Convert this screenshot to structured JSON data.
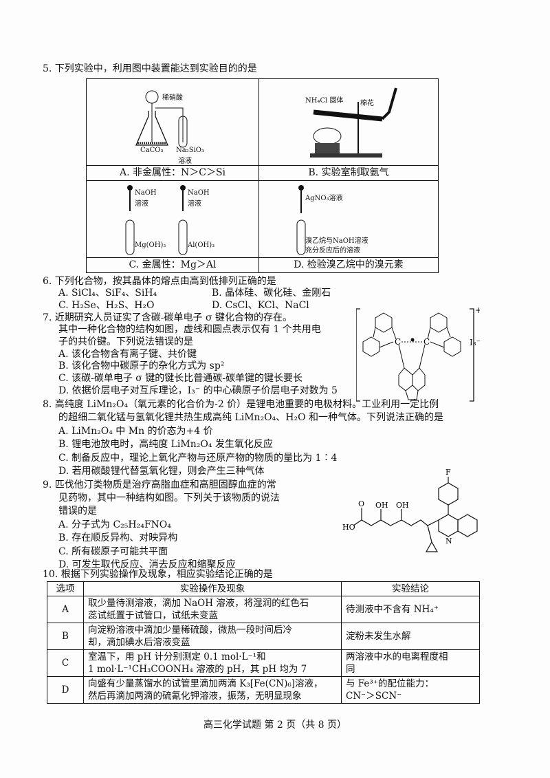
{
  "q5": {
    "stem": "5. 下列实验中，利用图中装置能达到实验目的的是",
    "a": {
      "label": "A. 非金属性：N＞C＞Si",
      "acid": "稀硝酸",
      "solid": "CaCO₃",
      "tube1": "Na₂SiO₃",
      "tube2": "溶液"
    },
    "b": {
      "label": "B. 实验室制取氨气",
      "solid": "NH₄Cl 固体",
      "cotton": "棉花"
    },
    "c": {
      "label": "C. 金属性：Mg＞Al",
      "reagent1": "NaOH",
      "reagent2": "溶液",
      "left": "Mg(OH)₂",
      "right": "Al(OH)₃"
    },
    "d": {
      "label": "D. 检验溴乙烷中的溴元素",
      "reagent": "AgNO₃溶液",
      "sol1": "溴乙烷与NaOH溶液",
      "sol2": "充分反应后的溶液"
    }
  },
  "q6": {
    "stem": "6. 下列化合物，按其晶体的熔点由高到低排列正确的是",
    "options": [
      "A. SiCl₄、SiF₄、SiH₄",
      "B. 晶体硅、碳化硅、金刚石",
      "C. H₂Se、H₂S、H₂O",
      "D. CsCl、KCl、NaCl"
    ]
  },
  "q7": {
    "stem": [
      "7. 近期研究人员证实了含碳-碳单电子 σ 键化合物的存在。",
      "其中一种化合物的结构如图，虚线和圆点表示仅有 1 个共用电",
      "子的共价键。下列说法错误的是"
    ],
    "options": [
      "A. 该化合物含有离子键、共价键",
      "B. 该化合物中碳原子的杂化方式为 sp²",
      "C. 该碳-碳单电子 σ 键的键长比普通碳-碳单键的键长要长",
      "D. 依据价层电子对互斥理论，I₃⁻ 的中心碘原子价层电子对数为 5"
    ],
    "fig": {
      "atom": "C",
      "charge": "+",
      "anion": "I₃⁻"
    }
  },
  "q8": {
    "stem": [
      "8. 高纯度 LiMn₂O₄（氧元素的化合价为-2 价）是锂电池重要的电极材料。工业利用一定比例",
      "的超细二氧化锰与氢氧化锂共热生成高纯 LiMn₂O₄、H₂O 和一种气体。下列说法正确的是"
    ],
    "options": [
      "A. LiMn₂O₄ 中 Mn 的价态为+4 价",
      "B. 锂电池放电时，高纯度 LiMn₂O₄ 发生氧化反应",
      "C. 制备反应中，理论上氧化产物与还原产物的物质的量比为 1∶4",
      "D. 若用碳酸锂代替氢氧化锂，则会产生三种气体"
    ]
  },
  "q9": {
    "stem": [
      "9. 匹伐他汀类物质是治疗高脂血症和高胆固醇血症的常",
      "见药物，其中一种结构如图。下列关于该物质的说法",
      "错误的是"
    ],
    "options": [
      "A. 分子式为 C₂₅H₂₄FNO₄",
      "B. 存在顺反异构、对映异构",
      "C. 所有碳原子可能共平面",
      "D. 可发生取代反应、消去反应和缩聚反应"
    ],
    "fig": {
      "f": "F",
      "o": "O",
      "oh": "OH",
      "ho": "HO",
      "n": "N"
    }
  },
  "q10": {
    "stem": "10. 根据下列实验操作及现象，相应实验结论正确的是",
    "headers": [
      "选项",
      "实验操作及现象",
      "实验结论"
    ],
    "rows": [
      {
        "opt": "A",
        "op": [
          "取少量待测溶液，滴加 NaOH 溶液，将湿润的红色石",
          "蕊试纸置于试管口，试纸未变蓝"
        ],
        "con": [
          "待测液中不含有 NH₄⁺"
        ]
      },
      {
        "opt": "B",
        "op": [
          "向淀粉溶液中滴加少量稀硫酸，微热一段时间后冷",
          "却，滴加碘水后溶液变蓝"
        ],
        "con": [
          "淀粉未发生水解"
        ]
      },
      {
        "opt": "C",
        "op": [
          "室温下，用 pH 计分别测定 0.1 mol·L⁻¹和",
          "1 mol·L⁻¹CH₃COONH₄ 溶液的 pH，其 pH 均为 7"
        ],
        "con": [
          "两溶液中水的电离程度相",
          "同"
        ]
      },
      {
        "opt": "D",
        "op": [
          "向盛有少量蒸馏水的试管里滴加两滴 K₃[Fe(CN)₆]溶液，",
          "然后再滴加两滴的硫氰化钾溶液，振荡，无明显现象"
        ],
        "con": [
          "与 Fe³⁺的配位能力：",
          "CN⁻＞SCN⁻"
        ]
      }
    ]
  },
  "footer": "高三化学试题 第 2 页（共 8 页）"
}
